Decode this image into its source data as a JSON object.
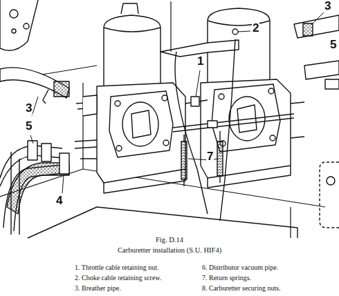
{
  "diagram": {
    "caption": "Carburetter installation (S.U. HIF4)",
    "labels": [
      "3",
      "2",
      "1",
      "5",
      "3",
      "5",
      "4",
      "7",
      "Fig. D.14",
      "1. Throttle cable retaining nut.",
      "2. Choke cable retaining screw.",
      "3. Breather pipe.",
      "6. Distributor vacuum pipe.",
      "7. Return springs.",
      "8. Carburetter securing nuts."
    ]
  }
}
